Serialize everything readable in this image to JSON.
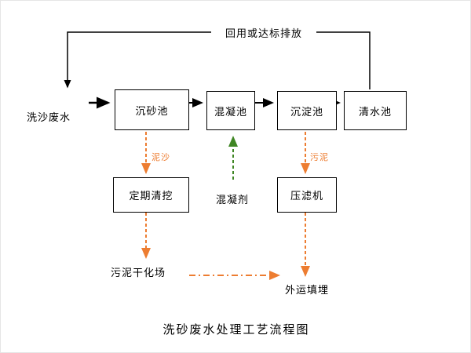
{
  "diagram": {
    "title": "洗砂废水处理工艺流程图",
    "source_label": "洗沙废水",
    "recycle_label": "回用或达标排放",
    "boxes": {
      "grit": "沉砂池",
      "coagulation": "混凝池",
      "sedimentation": "沉淀池",
      "clear": "清水池",
      "dredge": "定期清挖",
      "press": "压滤机"
    },
    "flow_labels": {
      "silt": "泥沙",
      "sludge": "污泥",
      "coagulant": "混凝剂",
      "drying": "污泥干化场",
      "landfill": "外运填埋"
    },
    "colors": {
      "main_flow": "#000000",
      "sludge_flow": "#ed7d31",
      "coagulant_flow": "#3f8624",
      "box_border": "#000000",
      "background": "#ffffff"
    }
  }
}
